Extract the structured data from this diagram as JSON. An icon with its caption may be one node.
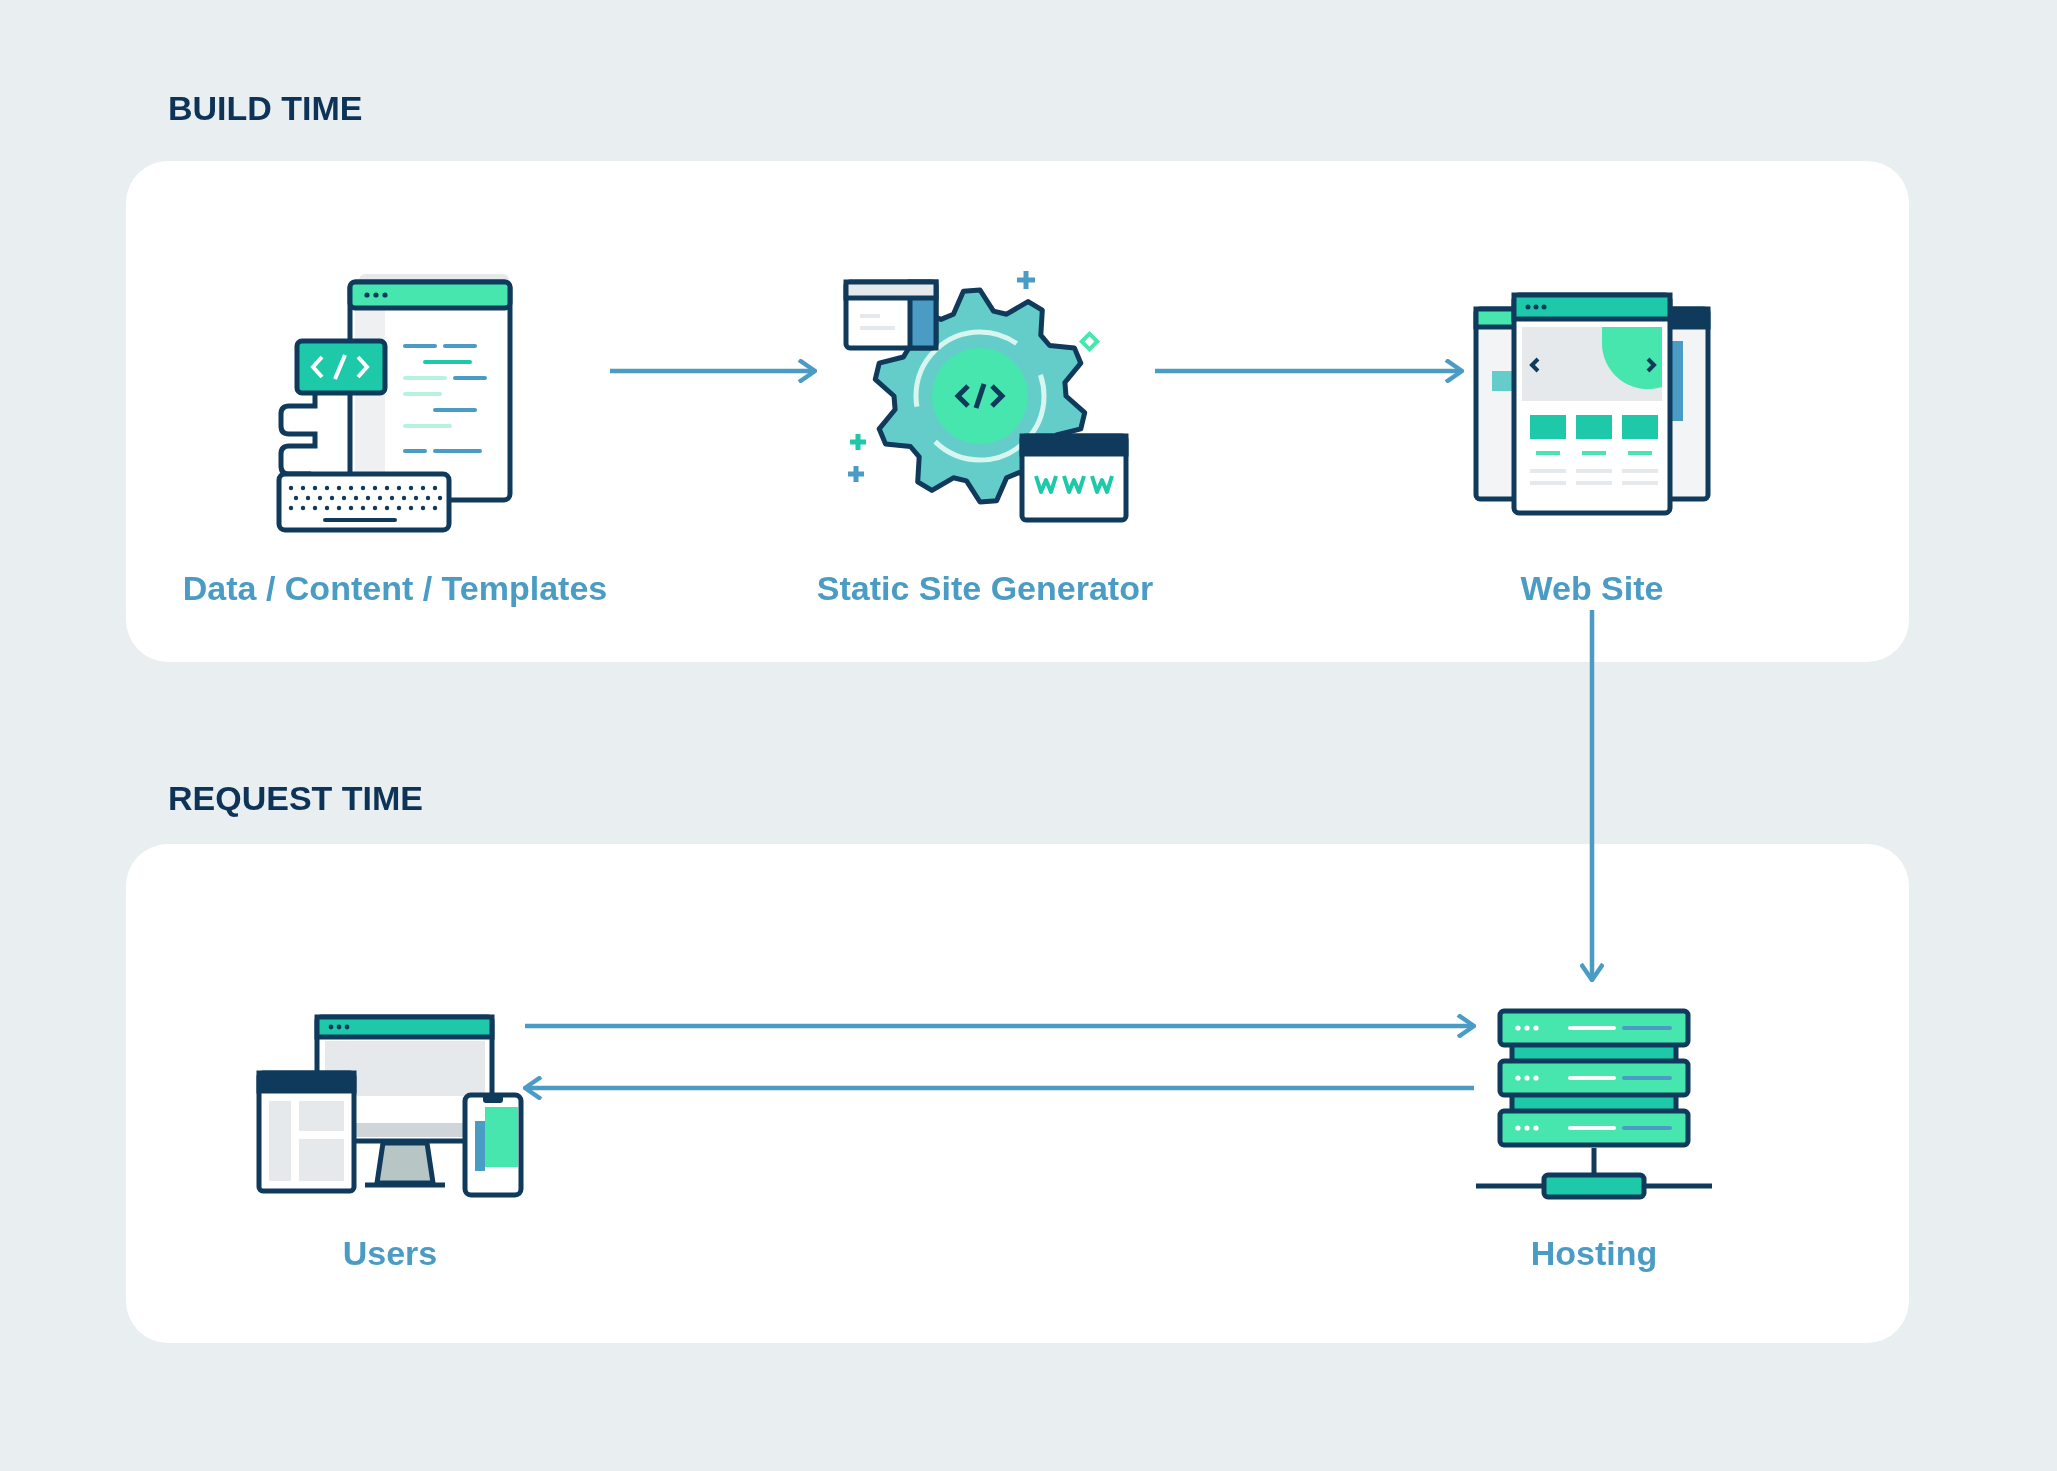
{
  "diagram": {
    "nodes": [
      {
        "text": [
          "BUILD TIME"
        ]
      },
      {
        "text": [
          "Data / Content / Templates"
        ],
        "in": 0
      },
      {
        "text": [
          "Static Site Generator"
        ],
        "in": 0
      },
      {
        "text": [
          "Web Site"
        ],
        "in": 0
      },
      {
        "text": [
          "REQUEST TIME"
        ]
      },
      {
        "text": [
          "Users"
        ],
        "in": 4
      },
      {
        "text": [
          "Hosting"
        ],
        "in": 4
      }
    ],
    "edges": [
      {
        "from": 1,
        "to": 2,
        "arrow": "to"
      },
      {
        "from": 2,
        "to": 3,
        "arrow": "to"
      },
      {
        "from": 3,
        "to": 6,
        "arrow": "to"
      },
      {
        "from": 5,
        "to": 6,
        "arrow": "to"
      },
      {
        "from": 6,
        "to": 5,
        "arrow": "to"
      }
    ]
  }
}
